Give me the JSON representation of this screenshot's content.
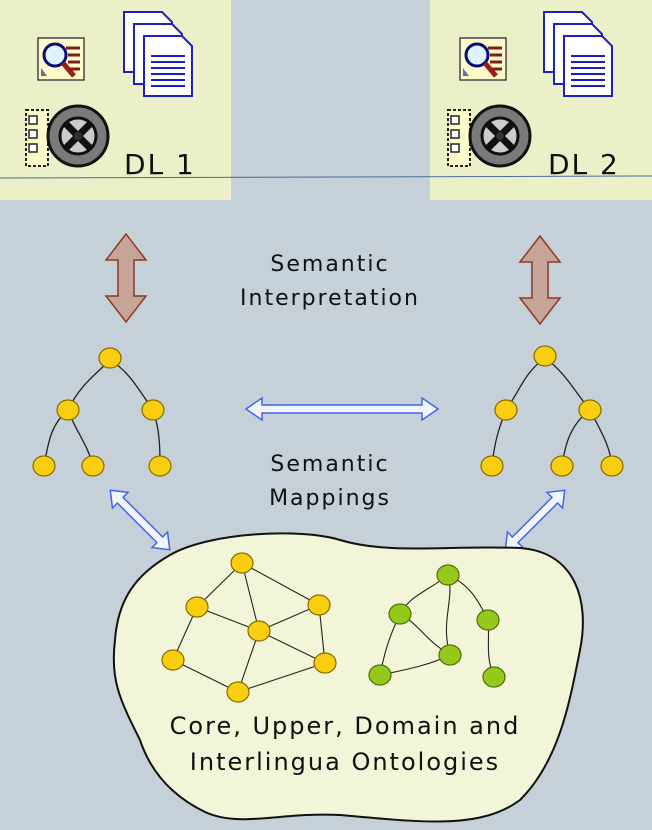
{
  "colors": {
    "background": "#c5d0d8",
    "dl_box": "#ecf0c9",
    "node_orange": "#f9cd10",
    "node_green": "#96c81c",
    "ontology_blob": "#f2f5d8",
    "vertical_arrow": "#c7a49a",
    "mapping_arrow": "#f2f5ff",
    "mapping_arrow_stroke": "#3e66e6"
  },
  "icons": [
    "document-search-icon",
    "documents-stack-icon",
    "film-reel-icon"
  ],
  "libraries": [
    {
      "label": "DL 1"
    },
    {
      "label": "DL 2"
    }
  ],
  "semantic_interpretation": {
    "line1": "Semantic",
    "line2": "Interpretation"
  },
  "semantic_mappings": {
    "line1": "Semantic",
    "line2": "Mappings"
  },
  "ontologies": {
    "line1": "Core, Upper, Domain and",
    "line2": "Interlingua Ontologies"
  }
}
